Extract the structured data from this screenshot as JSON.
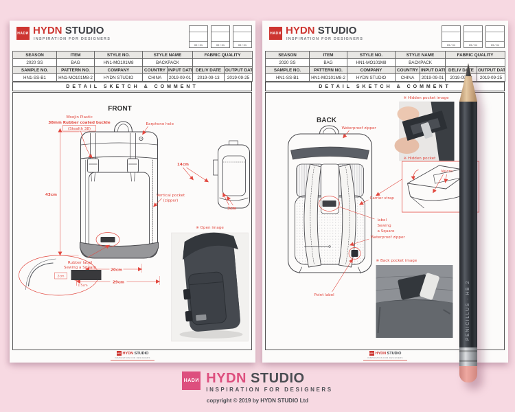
{
  "colors": {
    "background": "#f7d9e2",
    "accent_red": "#e2483f",
    "logo_red": "#cd3530",
    "footer_pink": "#dd4f7e",
    "table_header_bg": "#e8e7e4",
    "pencil_body": "#33373d",
    "pencil_eraser": "#e39a93"
  },
  "sheet": {
    "logo_text": "HADИ",
    "brand_primary": "HYDN",
    "brand_secondary": "STUDIO",
    "tagline": "INSPIRATION FOR DESIGNERS",
    "revision_boxes": [
      "09 / 01",
      "09 / 01",
      "09 / 01"
    ],
    "table": {
      "header_row_1": [
        "SEASON",
        "ITEM",
        "STYLE NO.",
        "STYLE NAME",
        "FABRIC QUALITY"
      ],
      "value_row_1": [
        "2020 SS",
        "BAG",
        "HN1-MO101M8",
        "BACKPACK",
        ""
      ],
      "header_row_2": [
        "SAMPLE NO.",
        "PATTERN NO.",
        "COMPANY",
        "COUNTRY",
        "INPUT DATE",
        "DELIV DATE",
        "OUTPUT DATE"
      ],
      "value_row_2": [
        "HN1-SS-B1",
        "HN1-MO101M8-2",
        "HYDN STUDIO",
        "CHINA",
        "2019-09-01",
        "2019-09-13",
        "2019-09-25"
      ]
    },
    "section_title": "DETAIL SKETCH & COMMENT"
  },
  "front_sheet": {
    "view_label": "FRONT",
    "ann": {
      "buckle_1": "Woojin Plastic",
      "buckle_2": "38mm Rubber coated buckle",
      "buckle_3": "(Stealth 38)",
      "earphone": "Earphone hole",
      "dim_height": "43cm",
      "dim_side_top": "14cm",
      "pocket_1": "Vertical pocket",
      "pocket_2": "(zipper)",
      "dim_side_bottom": "3cm",
      "open_image": "※ Open image",
      "rubber_1": "Rubber label",
      "rubber_2": "Sewing a Square",
      "dim_label_w": "2cm",
      "dim_label_h": "1.5cm",
      "dim_front_w": "20cm",
      "dim_total_w": "29cm"
    }
  },
  "back_sheet": {
    "view_label": "BACK",
    "ann": {
      "zipper_top": "Waterproof zipper",
      "hidden_img": "※ Hidden pocket image",
      "hidden_sketch": "※ Hidden pocket",
      "velcro": "Velcro",
      "carrier": "Carrier strap",
      "label_1": "label",
      "label_2": "Sewing",
      "label_3": "a Square",
      "zipper_low": "Waterproof zipper",
      "back_img": "※ Back pocket image",
      "point": "Point label"
    }
  },
  "footer": {
    "logo_text": "HADИ",
    "brand_primary": "HYDN",
    "brand_secondary": "STUDIO",
    "tagline": "INSPIRATION FOR DESIGNERS",
    "copyright": "copyright © 2019 by HYDN STUDIO Ltd"
  },
  "pencil": {
    "imprint": "PENICILLUS · HB 2"
  }
}
